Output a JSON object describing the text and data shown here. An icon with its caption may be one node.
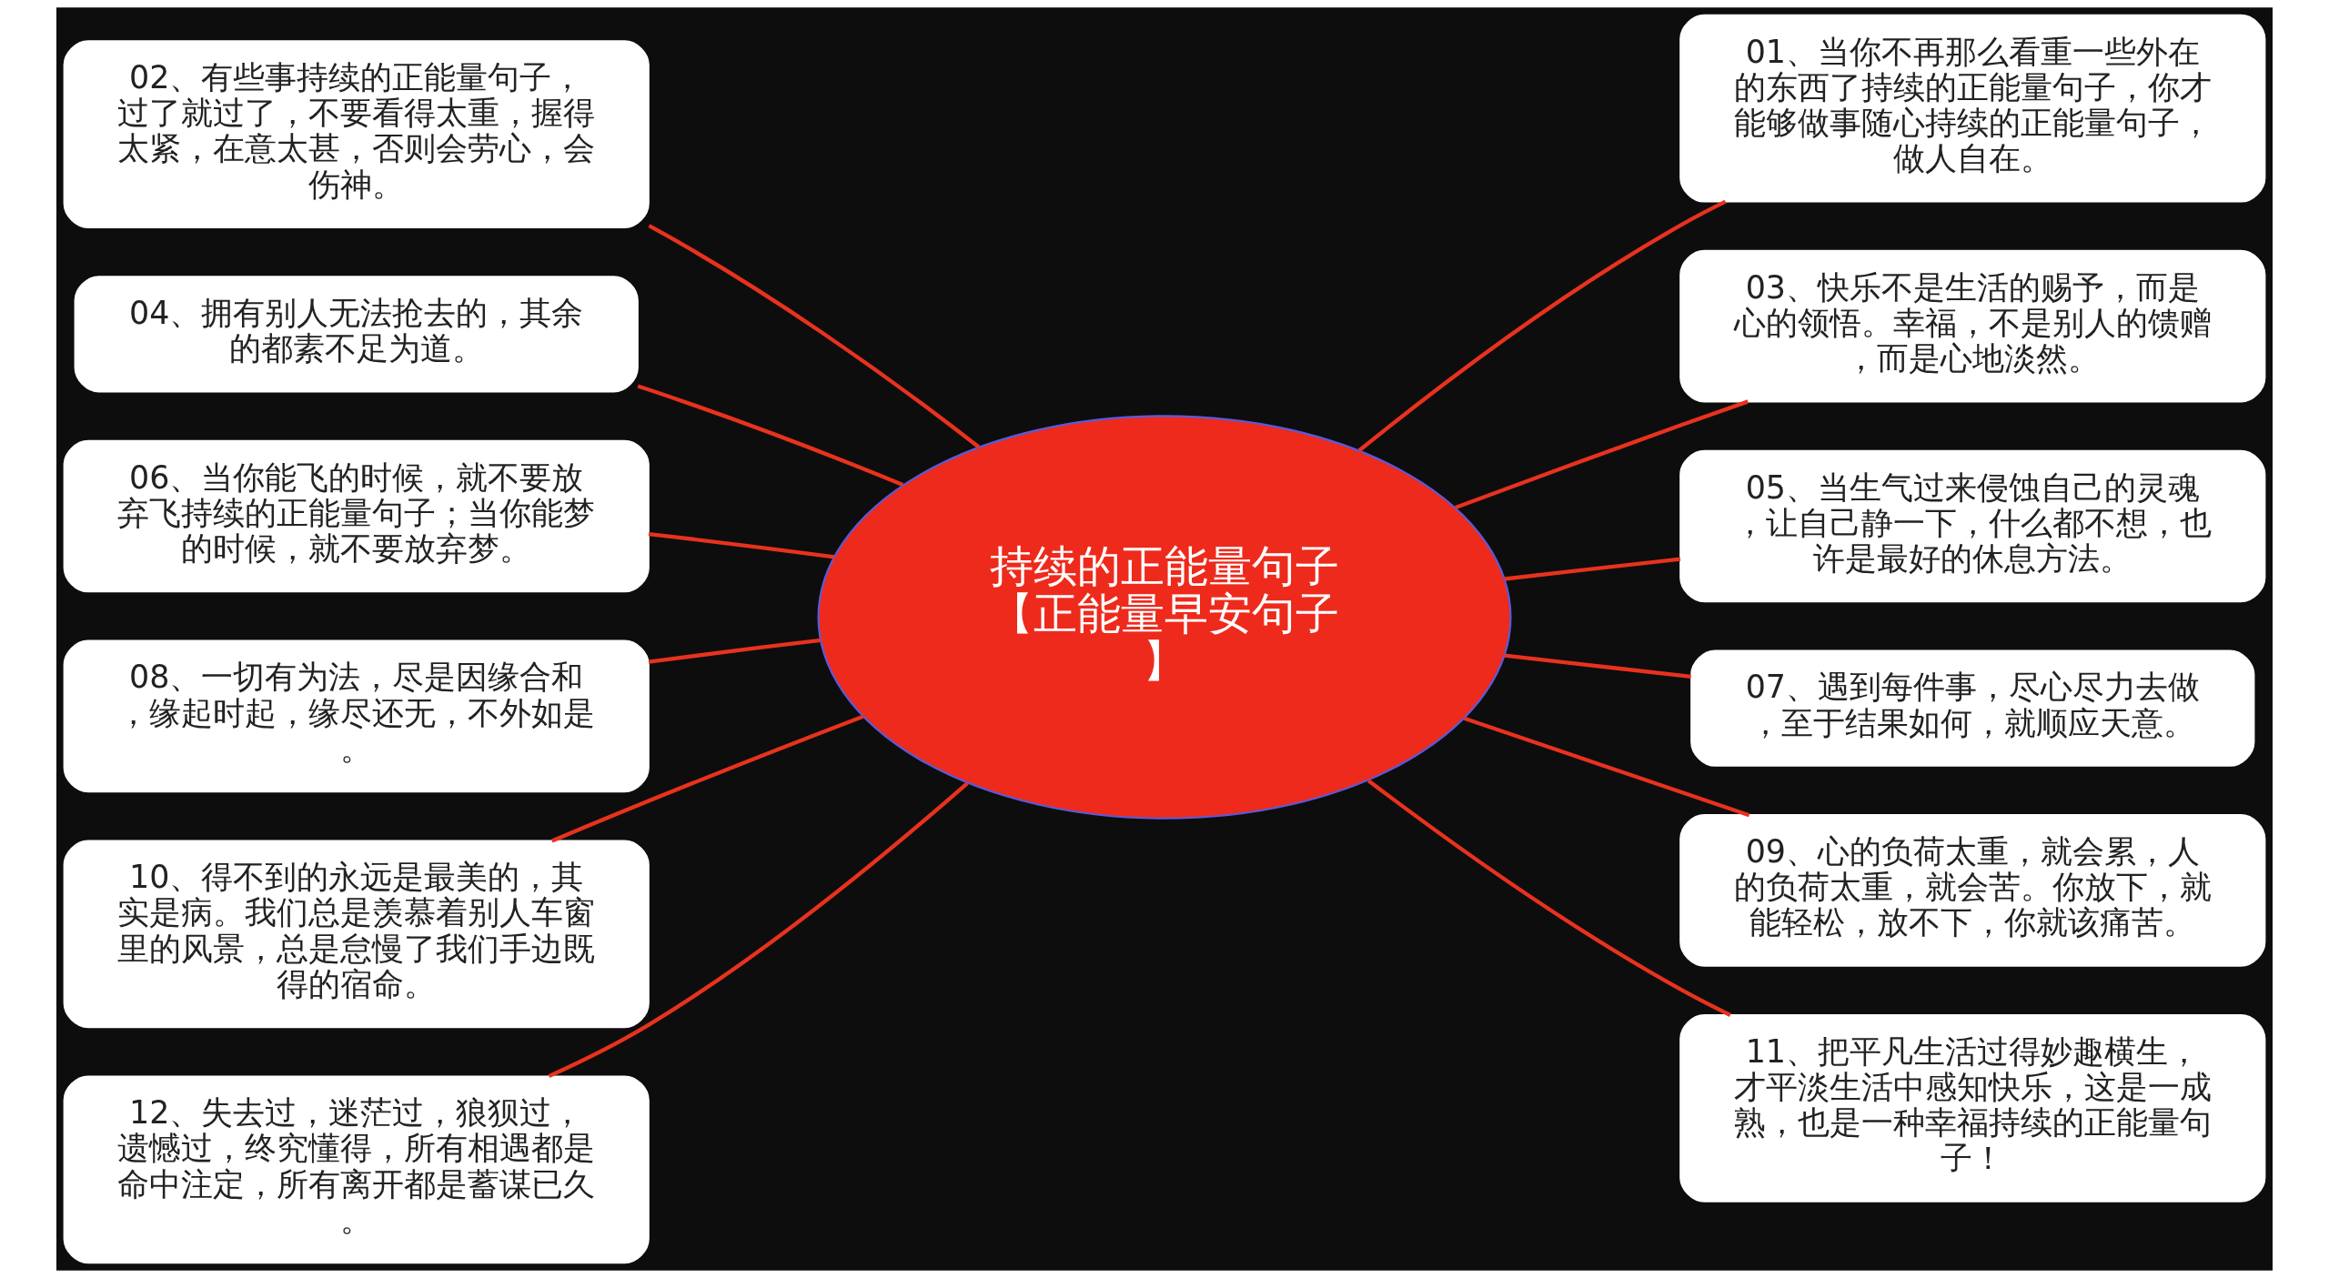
{
  "diagram": {
    "nodes": [
      {
        "text": [
          "持续的正能量句子【正能量早安句子】"
        ]
      },
      {
        "text": [
          "01、当你不再那么看重一些外在的东西了持续的正能量句子，你才能够做事随心持续的正能量句子，做人自在。"
        ]
      },
      {
        "text": [
          "02、有些事持续的正能量句子，过了就过了，不要看得太重，握得太紧，在意太甚，否则会劳心，会伤神。"
        ]
      },
      {
        "text": [
          "03、快乐不是生活的赐予，而是心的领悟。幸福，不是别人的馈赠，而是心地淡然。"
        ]
      },
      {
        "text": [
          "04、拥有别人无法抢去的，其余的都素不足为道。"
        ]
      },
      {
        "text": [
          "05、当生气过来侵蚀自己的灵魂，让自己静一下，什么都不想，也许是最好的休息方法。"
        ]
      },
      {
        "text": [
          "06、当你能飞的时候，就不要放弃飞持续的正能量句子；当你能梦的时候，就不要放弃梦。"
        ]
      },
      {
        "text": [
          "07、遇到每件事，尽心尽力去做，至于结果如何，就顺应天意。"
        ]
      },
      {
        "text": [
          "08、一切有为法，尽是因缘合和，缘起时起，缘尽还无，不外如是。"
        ]
      },
      {
        "text": [
          "09、心的负荷太重，就会累，人的负荷太重，就会苦。你放下，就能轻松，放不下，你就该痛苦。"
        ]
      },
      {
        "text": [
          "10、得不到的永远是最美的，其实是病。我们总是羡慕着别人车窗里的风景，总是怠慢了我们手边既得的宿命。"
        ]
      },
      {
        "text": [
          "11、把平凡生活过得妙趣横生，才平淡生活中感知快乐，这是一成熟，也是一种幸福持续的正能量句子！"
        ]
      },
      {
        "text": [
          "12、失去过，迷茫过，狼狈过，遗憾过，终究懂得，所有相遇都是命中注定，所有离开都是蓄谋已久。"
        ]
      }
    ],
    "edges": [
      {
        "from": 0,
        "to": 1,
        "arrow": "none"
      },
      {
        "from": 0,
        "to": 2,
        "arrow": "none"
      },
      {
        "from": 0,
        "to": 3,
        "arrow": "none"
      },
      {
        "from": 0,
        "to": 4,
        "arrow": "none"
      },
      {
        "from": 0,
        "to": 5,
        "arrow": "none"
      },
      {
        "from": 0,
        "to": 6,
        "arrow": "none"
      },
      {
        "from": 0,
        "to": 7,
        "arrow": "none"
      },
      {
        "from": 0,
        "to": 8,
        "arrow": "none"
      },
      {
        "from": 0,
        "to": 9,
        "arrow": "none"
      },
      {
        "from": 0,
        "to": 10,
        "arrow": "none"
      },
      {
        "from": 0,
        "to": 11,
        "arrow": "none"
      },
      {
        "from": 0,
        "to": 12,
        "arrow": "none"
      }
    ]
  }
}
